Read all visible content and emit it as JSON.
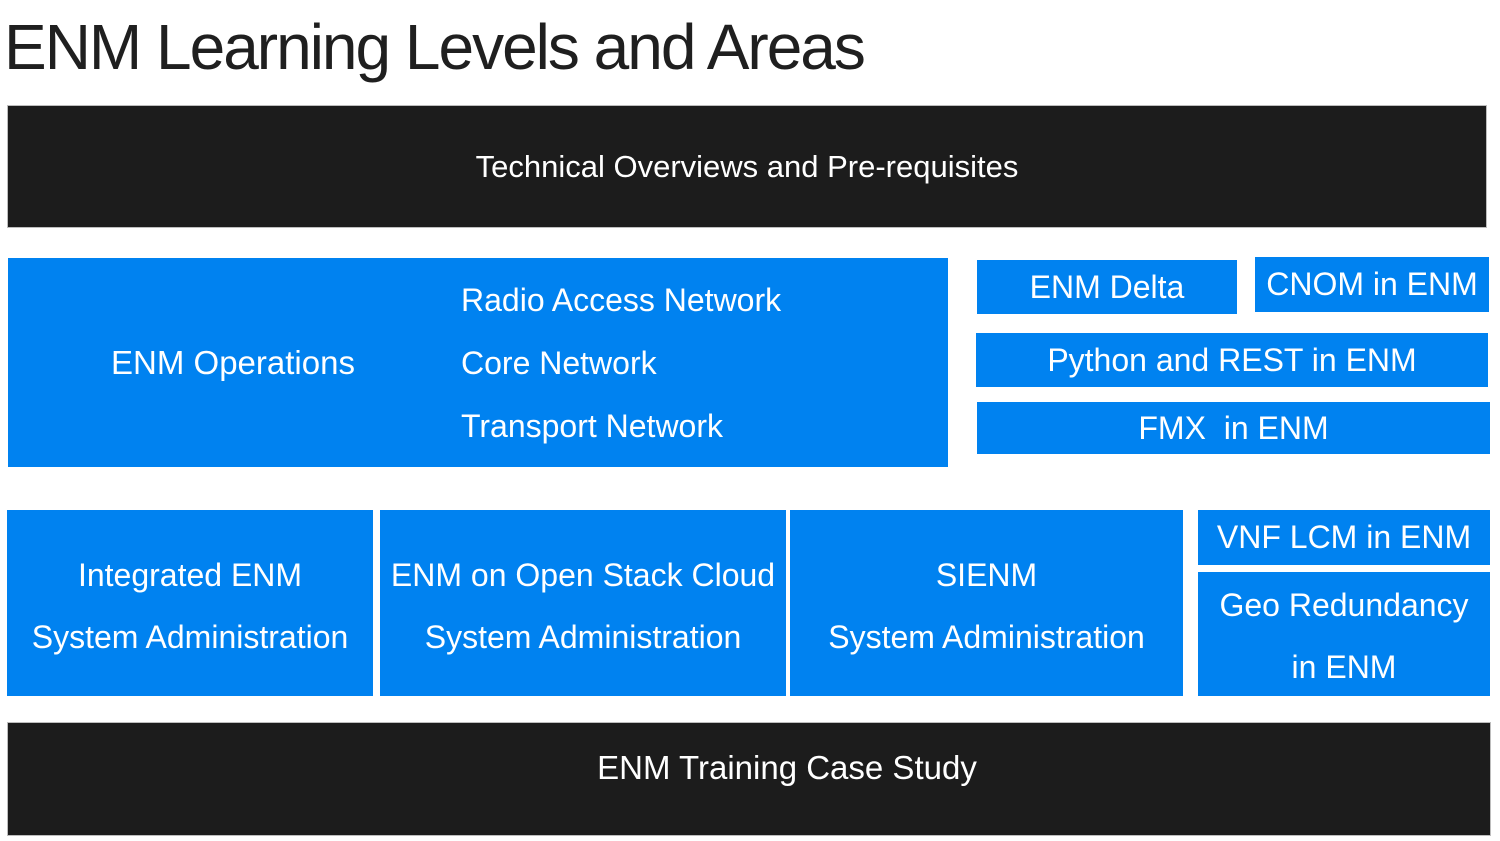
{
  "page": {
    "title": "ENM Learning Levels and Areas"
  },
  "colors": {
    "accent_blue": "#0082f0",
    "bar_dark": "#1c1c1c",
    "text_on_fill": "#ffffff",
    "title_text": "#1f1f1f"
  },
  "top_bar": {
    "label": "Technical Overviews and Pre-requisites"
  },
  "operations": {
    "label": "ENM Operations",
    "items": [
      "Radio Access Network",
      "Core Network",
      "Transport Network"
    ]
  },
  "side_blocks": {
    "enm_delta": "ENM Delta",
    "cnom": "CNOM in ENM",
    "python_rest": "Python and REST in ENM",
    "fmx": "FMX  in ENM"
  },
  "admin_blocks": [
    {
      "lines": [
        "Integrated ENM",
        "System Administration"
      ]
    },
    {
      "lines": [
        "ENM on Open Stack Cloud",
        "System Administration"
      ]
    },
    {
      "lines": [
        "SIENM",
        "System Administration"
      ]
    }
  ],
  "right_blocks": {
    "vnf": "VNF LCM in ENM",
    "geo": {
      "lines": [
        "Geo Redundancy",
        "in ENM"
      ]
    }
  },
  "bottom_bar": {
    "label": "ENM Training Case Study"
  }
}
